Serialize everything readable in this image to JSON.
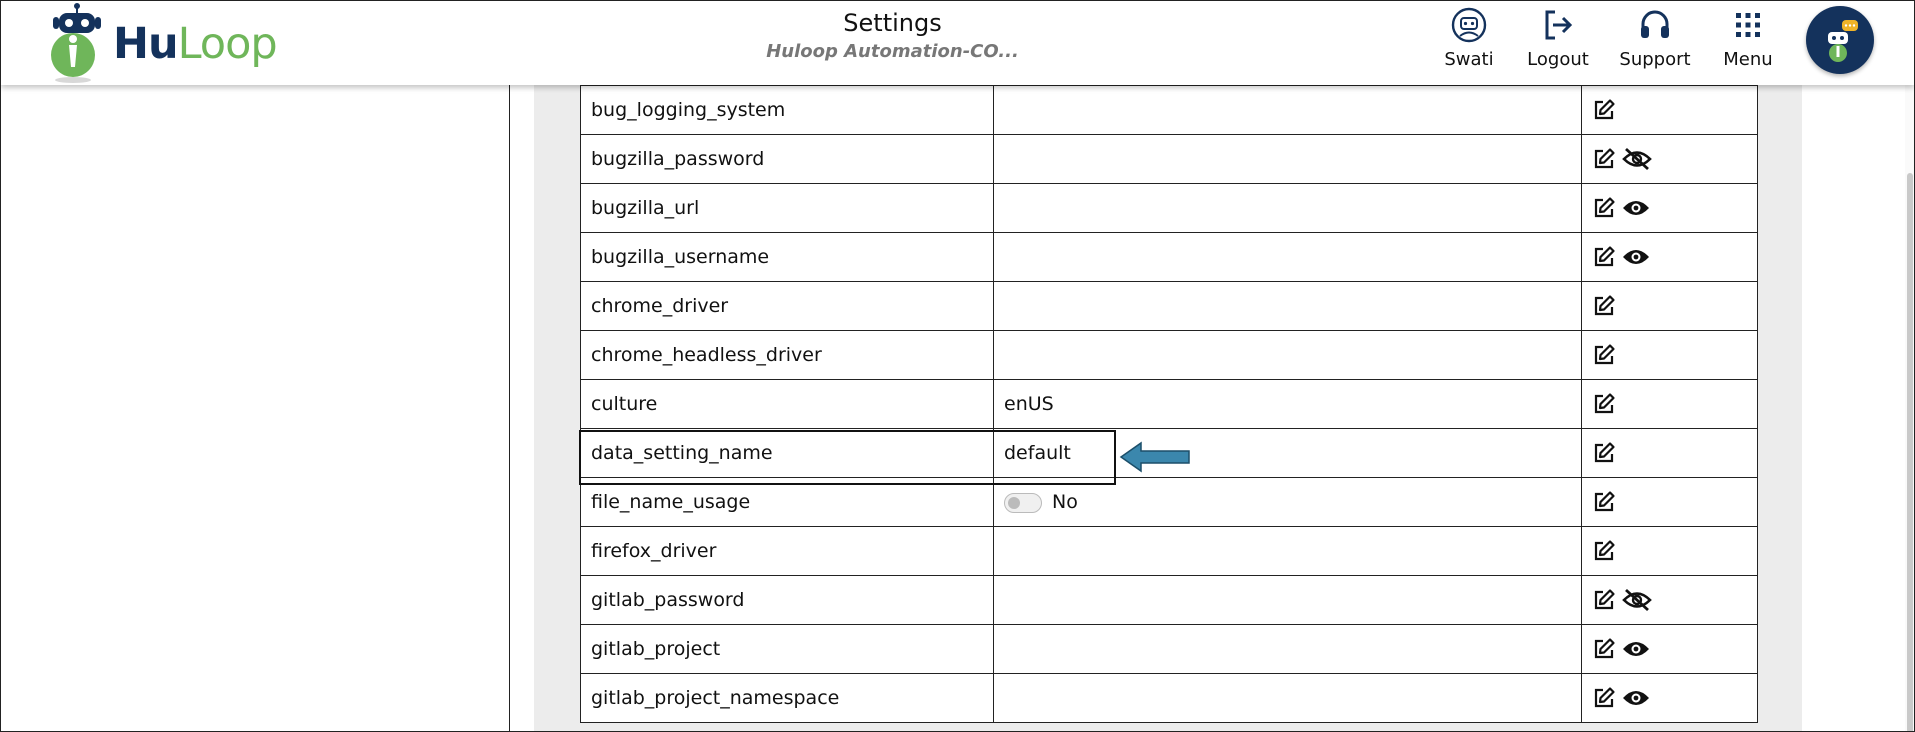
{
  "header": {
    "logo": {
      "hu": "Hu",
      "loop": "Loop"
    },
    "title": "Settings",
    "subtitle": "Huloop Automation-CO...",
    "nav": [
      {
        "label": "Swati",
        "icon": "user-robot-icon"
      },
      {
        "label": "Logout",
        "icon": "logout-icon"
      },
      {
        "label": "Support",
        "icon": "headset-icon"
      },
      {
        "label": "Menu",
        "icon": "grid-menu-icon"
      }
    ],
    "avatar_icon": "chatbot-avatar-icon"
  },
  "settings": {
    "rows": [
      {
        "name": "bug_logging_system",
        "value": "",
        "actions": [
          "edit"
        ]
      },
      {
        "name": "bugzilla_password",
        "value": "",
        "actions": [
          "edit",
          "eye-hidden"
        ]
      },
      {
        "name": "bugzilla_url",
        "value": "",
        "actions": [
          "edit",
          "eye"
        ]
      },
      {
        "name": "bugzilla_username",
        "value": "",
        "actions": [
          "edit",
          "eye"
        ]
      },
      {
        "name": "chrome_driver",
        "value": "",
        "actions": [
          "edit"
        ]
      },
      {
        "name": "chrome_headless_driver",
        "value": "",
        "actions": [
          "edit"
        ]
      },
      {
        "name": "culture",
        "value": "enUS",
        "actions": [
          "edit"
        ]
      },
      {
        "name": "data_setting_name",
        "value": "default",
        "actions": [
          "edit"
        ]
      },
      {
        "name": "file_name_usage",
        "value": "No",
        "toggle": false,
        "actions": [
          "edit"
        ]
      },
      {
        "name": "firefox_driver",
        "value": "",
        "actions": [
          "edit"
        ]
      },
      {
        "name": "gitlab_password",
        "value": "",
        "actions": [
          "edit",
          "eye-hidden"
        ]
      },
      {
        "name": "gitlab_project",
        "value": "",
        "actions": [
          "edit",
          "eye"
        ]
      },
      {
        "name": "gitlab_project_namespace",
        "value": "",
        "actions": [
          "edit",
          "eye"
        ]
      }
    ]
  },
  "colors": {
    "brand_navy": "#14325c",
    "brand_green": "#6fb65a",
    "arrow_blue": "#3b87ad"
  }
}
